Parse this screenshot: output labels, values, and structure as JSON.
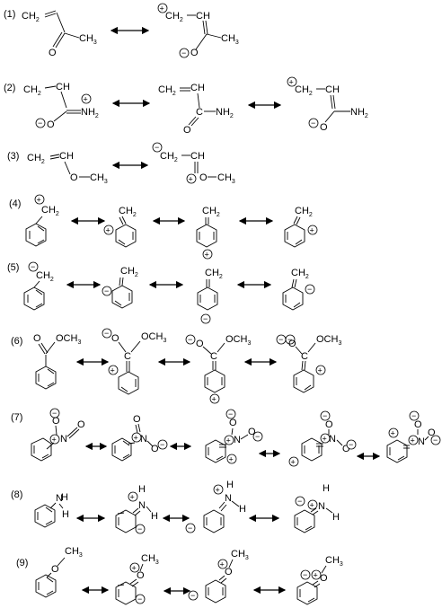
{
  "row_numbers": [
    "(1)",
    "(2)",
    "(3)",
    "(4)",
    "(5)",
    "(6)",
    "(7)",
    "(8)",
    "(9)"
  ],
  "groups": {
    "ch2": "CH",
    "ch": "CH",
    "sub2": "2",
    "ch3": "CH",
    "sub3": "3",
    "nh2": "NH",
    "nh": "NH",
    "o": "O",
    "n": "N",
    "h": "H",
    "och3": "OCH",
    "c": "C"
  },
  "charges": {
    "plus": "+",
    "minus": "−"
  },
  "arrows": {
    "symbol": "resonance-double-headed-arrow"
  }
}
